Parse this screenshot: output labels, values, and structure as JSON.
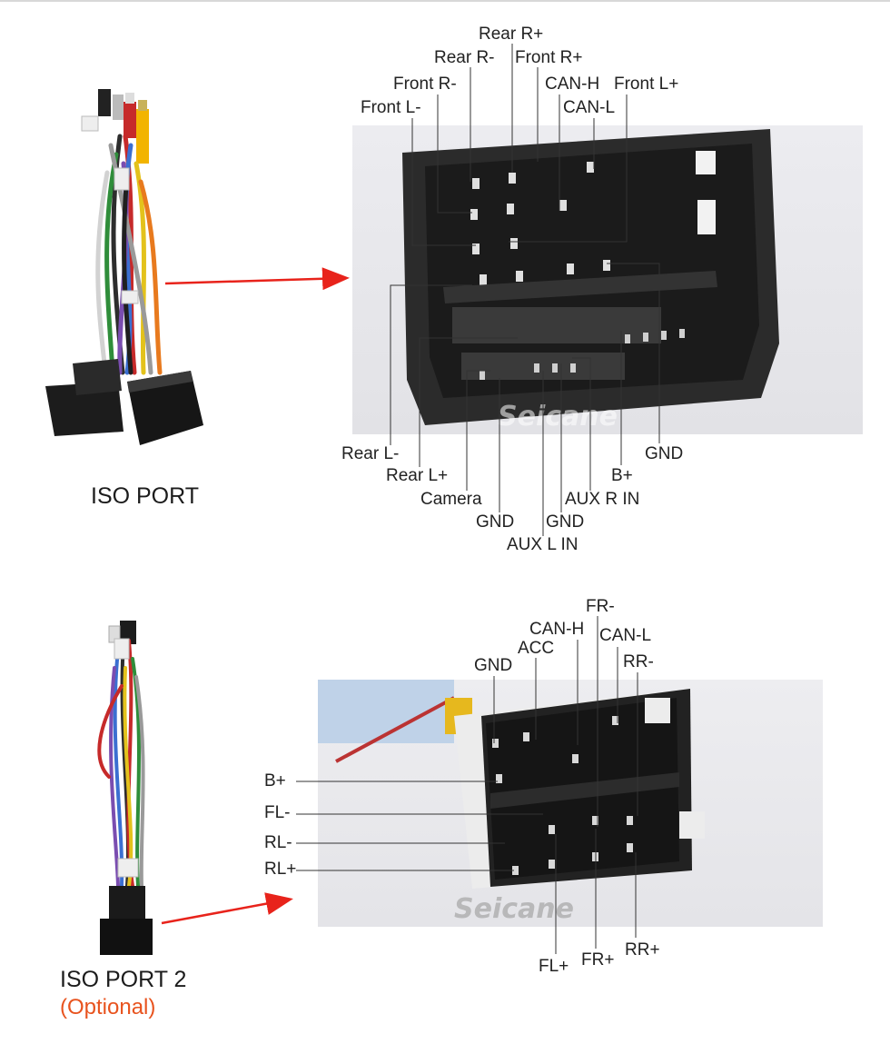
{
  "port1": {
    "caption": "ISO PORT",
    "labels": {
      "rear_r_plus": "Rear R+",
      "rear_r_minus": "Rear R-",
      "front_r_plus": "Front R+",
      "front_r_minus": "Front R-",
      "can_h": "CAN-H",
      "front_l_plus": "Front L+",
      "front_l_minus": "Front L-",
      "can_l": "CAN-L",
      "rear_l_minus": "Rear L-",
      "rear_l_plus": "Rear L+",
      "camera": "Camera",
      "gnd_a": "GND",
      "gnd_b": "GND",
      "aux_l_in": "AUX L IN",
      "aux_r_in": "AUX R IN",
      "b_plus": "B+",
      "gnd_c": "GND"
    },
    "watermark": "Seicane"
  },
  "port2": {
    "caption": "ISO PORT 2",
    "caption_note": "(Optional)",
    "labels": {
      "fr_minus": "FR-",
      "can_h": "CAN-H",
      "can_l": "CAN-L",
      "acc": "ACC",
      "gnd": "GND",
      "rr_minus": "RR-",
      "b_plus": "B+",
      "fl_minus": "FL-",
      "rl_minus": "RL-",
      "rl_plus": "RL+",
      "fl_plus": "FL+",
      "fr_plus": "FR+",
      "rr_plus": "RR+"
    },
    "watermark": "Seicane"
  },
  "colors": {
    "arrow": "#e8231b",
    "leader": "#333333",
    "optional": "#e8531e"
  }
}
